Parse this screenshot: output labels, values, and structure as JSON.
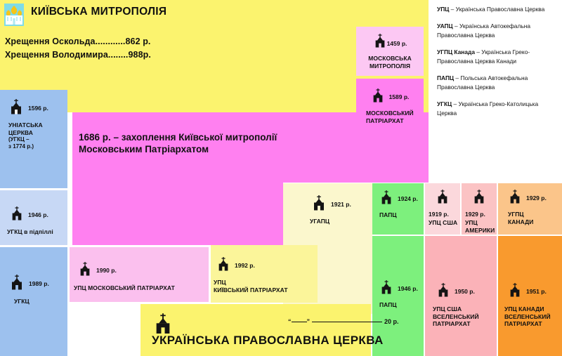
{
  "header": {
    "logo_icon": "cathedral-icon",
    "title": "КИЇВСЬКА МИТРОПОЛІЯ",
    "baptism_askold": "Хрещення Оскольда............862 р.",
    "baptism_volodymyr": "Хрещення Володимира........988р."
  },
  "seizure": {
    "text": "1686 р. – захоплення Київської митрополії Московським Патріархатом"
  },
  "legend": {
    "entries": [
      {
        "abbr": "УПЦ",
        "dash": " – ",
        "full": "Українська Православна Церква"
      },
      {
        "abbr": "УАПЦ",
        "dash": " – ",
        "full": "Українська Автокефальна Православна Церква"
      },
      {
        "abbr": "УГПЦ Канада",
        "dash": " – ",
        "full": "Українська Греко-Православна Церква Канади"
      },
      {
        "abbr": "ПАПЦ",
        "dash": " – ",
        "full": "Польська Автокефальна Православна Церква"
      },
      {
        "abbr": "УГКЦ",
        "dash": " – ",
        "full": "Українська Греко-Католицька Церква"
      }
    ]
  },
  "cards": {
    "uniate": {
      "year": "1596 р.",
      "name": "УНІАТСЬКА\nЦЕРКВА",
      "sub": "(УГКЦ –\nз 1774 р.)",
      "icon": "church-icon",
      "color": "#9dc1ee"
    },
    "ugcc_underground": {
      "year": "1946 р.",
      "name": "УГКЦ в підпіллі",
      "icon": "church-icon",
      "color": "#c7d8f5"
    },
    "ugcc": {
      "year": "1989 р.",
      "name": "УГКЦ",
      "icon": "church-icon",
      "color": "#9dc1ee"
    },
    "moscow_metropolis": {
      "year": "1459 р.",
      "name": "МОСКОВСЬКА\nМИТРОПОЛІЯ",
      "icon": "church-icon",
      "color": "#fcc8f3"
    },
    "moscow_patriarchate": {
      "year": "1589 р.",
      "name": "МОСКОВСЬКИЙ\nПАТРІАРХАТ",
      "icon": "church-icon",
      "color": "#ff80f0"
    },
    "uaoc": {
      "year": "1921 р.",
      "name": "УГАПЦ",
      "icon": "church-icon",
      "color": "#fbf7cd"
    },
    "papc_1924": {
      "year": "1924 р.",
      "name": "ПАПЦ",
      "icon": "church-icon",
      "color": "#7df07d"
    },
    "papc_1946": {
      "year": "1946 р.",
      "name": "ПАПЦ",
      "icon": "church-icon",
      "color": "#7df07d"
    },
    "uoc_usa_1919": {
      "year": "1919 р.",
      "name": "УПЦ США",
      "icon": "church-icon",
      "color": "#fbd8dc"
    },
    "uoc_america_1929": {
      "year": "1929 р.",
      "name": "УПЦ\nАМЕРИКИ",
      "icon": "church-icon",
      "color": "#fbc3c4"
    },
    "ugoc_canada_1929": {
      "year": "1929 р.",
      "name": "УГПЦ\nКАНАДИ",
      "icon": "church-icon",
      "color": "#fbc58a"
    },
    "uoc_moscow_1990": {
      "year": "1990 р.",
      "name": "УПЦ МОСКОВСЬКИЙ ПАТРІАРХАТ",
      "icon": "church-icon",
      "color": "#fbc0ee"
    },
    "uoc_kyiv_1992": {
      "year": "1992 р.",
      "name": "УПЦ\nКИЇВСЬКИЙ ПАТРІАРХАТ",
      "icon": "church-icon",
      "color": "#fbf59a"
    },
    "uoc_usa_1950": {
      "year": "1950 р.",
      "name": "УПЦ США\nВСЕЛЕНСЬКИЙ\nПАТРІАРХАТ",
      "icon": "church-icon",
      "color": "#fbb2b8"
    },
    "uoc_canada_1951": {
      "year": "1951 р.",
      "name": "УПЦ КАНАДИ\nВСЕЛЕНСЬКИЙ\nПАТРІАРХАТ",
      "icon": "church-icon",
      "color": "#f99a2e"
    }
  },
  "banner": {
    "icon": "church-icon",
    "dateline_quote_open": "“",
    "dateline_quote_close": "”",
    "dateline_year_prefix": "20",
    "dateline_year_suffix": "р.",
    "title": "УКРАЇНСЬКА ПРАВОСЛАВНА ЦЕРКВА"
  },
  "colors": {
    "yellow_main": "#fbf36e",
    "magenta": "#ff80f0",
    "blue": "#9dc1ee",
    "green": "#7df07d",
    "orange": "#f99a2e",
    "cyan_badge": "#7fdbe8"
  }
}
